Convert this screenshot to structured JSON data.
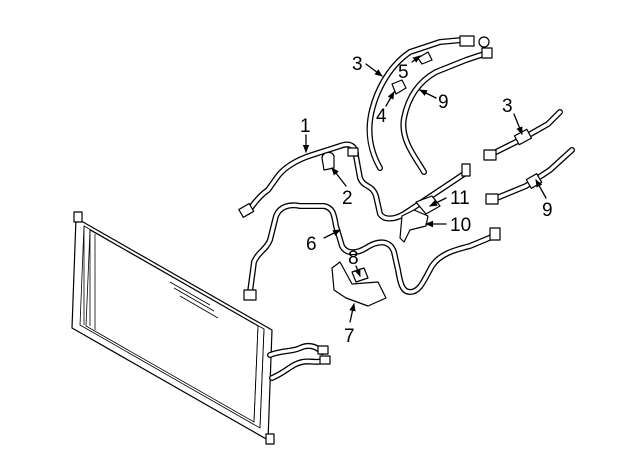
{
  "diagram": {
    "callouts": [
      {
        "id": "1",
        "text": "1"
      },
      {
        "id": "2",
        "text": "2"
      },
      {
        "id": "3a",
        "text": "3"
      },
      {
        "id": "3b",
        "text": "3"
      },
      {
        "id": "4",
        "text": "4"
      },
      {
        "id": "5",
        "text": "5"
      },
      {
        "id": "6",
        "text": "6"
      },
      {
        "id": "7",
        "text": "7"
      },
      {
        "id": "8",
        "text": "8"
      },
      {
        "id": "9a",
        "text": "9"
      },
      {
        "id": "9b",
        "text": "9"
      },
      {
        "id": "10",
        "text": "10"
      },
      {
        "id": "11",
        "text": "11"
      }
    ]
  }
}
